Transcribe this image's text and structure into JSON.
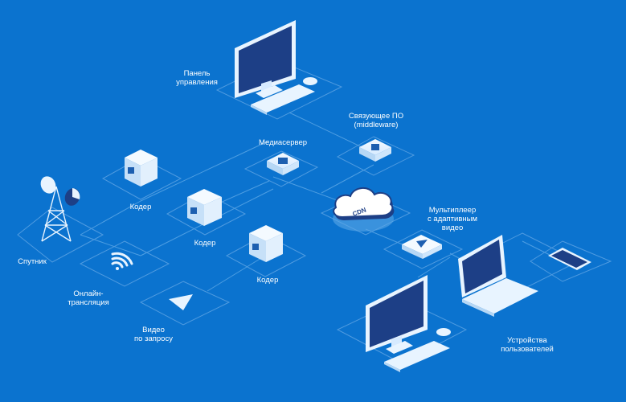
{
  "labels": {
    "control_panel": "Панель\nуправления",
    "middleware": "Связующее ПО\n(middleware)",
    "media_server": "Медиасервер",
    "encoder_1": "Кодер",
    "encoder_2": "Кодер",
    "encoder_3": "Кодер",
    "satellite": "Спутник",
    "live_stream": "Онлайн-\nтрансляция",
    "vod": "Видео\nпо запросу",
    "multiplexer": "Мультиплеер\nс адаптивным\nвидео",
    "user_devices": "Устройства\nпользователей",
    "cdn": "CDN"
  },
  "colors": {
    "background": "#0b73cf",
    "device_light": "#e8f4ff",
    "device_side": "#b6d7f5",
    "screen": "#1d3f86",
    "line": "#5aa6e6"
  }
}
